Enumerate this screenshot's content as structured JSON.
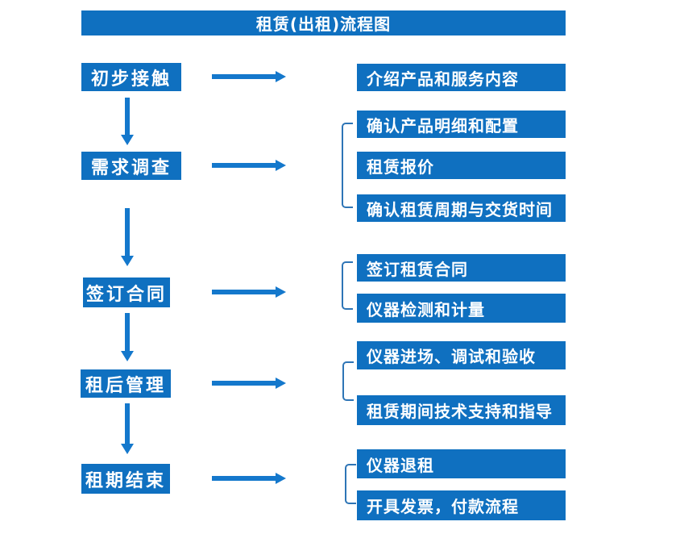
{
  "title": "租赁(出租)流程图",
  "colors": {
    "box_fill": "#0F70C0",
    "arrow": "#1478CC",
    "bracket": "#2E75B6",
    "text": "#FFFFFF",
    "background": "#FFFFFF"
  },
  "groups": [
    {
      "step": "初步接触",
      "outputs": [
        "介绍产品和服务内容"
      ]
    },
    {
      "step": "需求调查",
      "outputs": [
        "确认产品明细和配置",
        "租赁报价",
        "确认租赁周期与交货时间"
      ]
    },
    {
      "step": "签订合同",
      "outputs": [
        "签订租赁合同",
        "仪器检测和计量"
      ]
    },
    {
      "step": "租后管理",
      "outputs": [
        "仪器进场、调试和验收",
        "租赁期间技术支持和指导"
      ]
    },
    {
      "step": "租期结束",
      "outputs": [
        "仪器退租",
        "开具发票，付款流程"
      ]
    }
  ]
}
